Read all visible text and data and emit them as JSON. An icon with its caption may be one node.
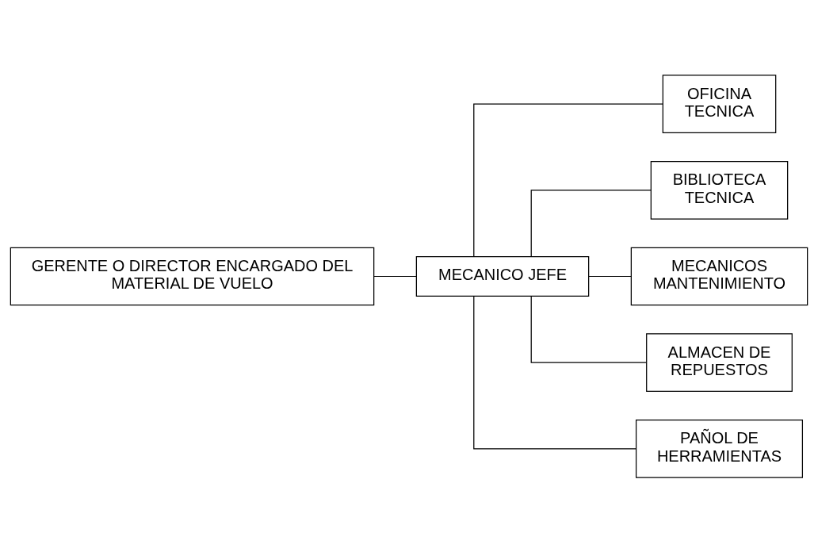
{
  "diagram": {
    "nodes": [
      {
        "text": [
          "GERENTE O DIRECTOR ENCARGADO DEL MATERIAL DE VUELO"
        ]
      },
      {
        "text": [
          "MECANICO JEFE"
        ]
      },
      {
        "text": [
          "OFICINA TECNICA"
        ]
      },
      {
        "text": [
          "BIBLIOTECA TECNICA"
        ]
      },
      {
        "text": [
          "MECANICOS MANTENIMIENTO"
        ]
      },
      {
        "text": [
          "ALMACEN DE REPUESTOS"
        ]
      },
      {
        "text": [
          "PAÑOL DE HERRAMIENTAS"
        ]
      }
    ],
    "edges": [
      {
        "from": 0,
        "to": 1,
        "arrow": "none"
      },
      {
        "from": 1,
        "to": 2,
        "arrow": "none"
      },
      {
        "from": 1,
        "to": 3,
        "arrow": "none"
      },
      {
        "from": 1,
        "to": 4,
        "arrow": "none"
      },
      {
        "from": 1,
        "to": 5,
        "arrow": "none"
      },
      {
        "from": 1,
        "to": 6,
        "arrow": "none"
      }
    ]
  }
}
